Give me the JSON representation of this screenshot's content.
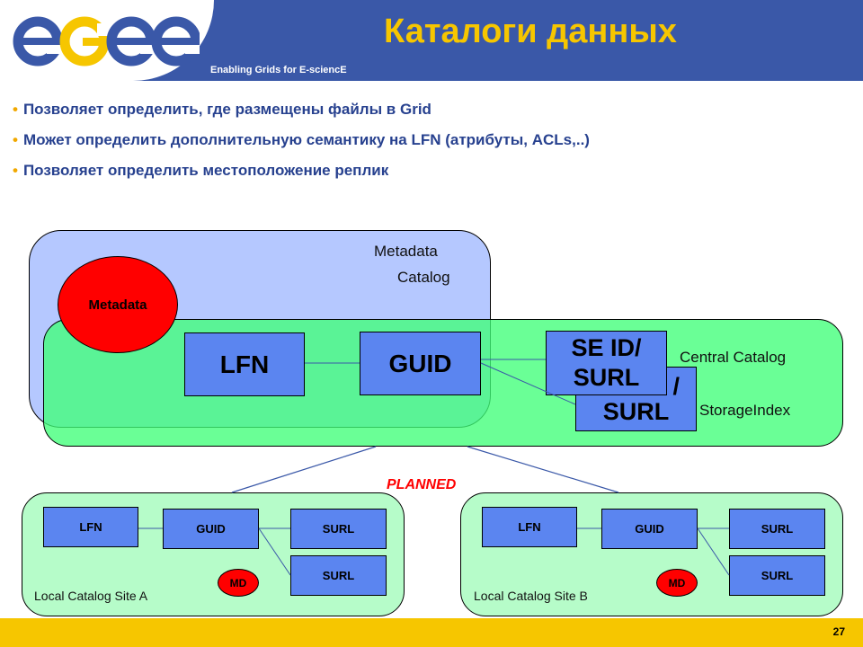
{
  "header": {
    "logo_text": "egee",
    "tagline": "Enabling Grids for E-sciencE",
    "title": "Каталоги данных"
  },
  "bullets": [
    "Позволяет определить, где размещены файлы в Grid",
    "Может определить дополнительную семантику на LFN (атрибуты, ACLs,..)",
    "Позволяет определить местоположение реплик"
  ],
  "diagram": {
    "metadata_catalog": {
      "label_line1": "Metadata",
      "label_line2": "Catalog",
      "ellipse": "Metadata"
    },
    "central_catalog": {
      "label": "Central Catalog",
      "storage_label": "StorageIndex"
    },
    "central_boxes": {
      "lfn": "LFN",
      "guid": "GUID",
      "seid_front": "SE ID/\nSURL",
      "seid_back_partial": "/",
      "seid_back_surl": "SURL"
    },
    "planned": "PLANNED",
    "local_a": {
      "label": "Local Catalog Site A",
      "lfn": "LFN",
      "guid": "GUID",
      "surl1": "SURL",
      "surl2": "SURL",
      "md": "MD"
    },
    "local_b": {
      "label": "Local Catalog Site B",
      "lfn": "LFN",
      "guid": "GUID",
      "surl1": "SURL",
      "surl2": "SURL",
      "md": "MD"
    }
  },
  "footer": {
    "page": "27"
  },
  "colors": {
    "header_blue": "#3a58a8",
    "title_yellow": "#f6c600",
    "box_blue": "#5b85f0",
    "md_red": "#ff0000",
    "central_green": "#40ff78"
  }
}
